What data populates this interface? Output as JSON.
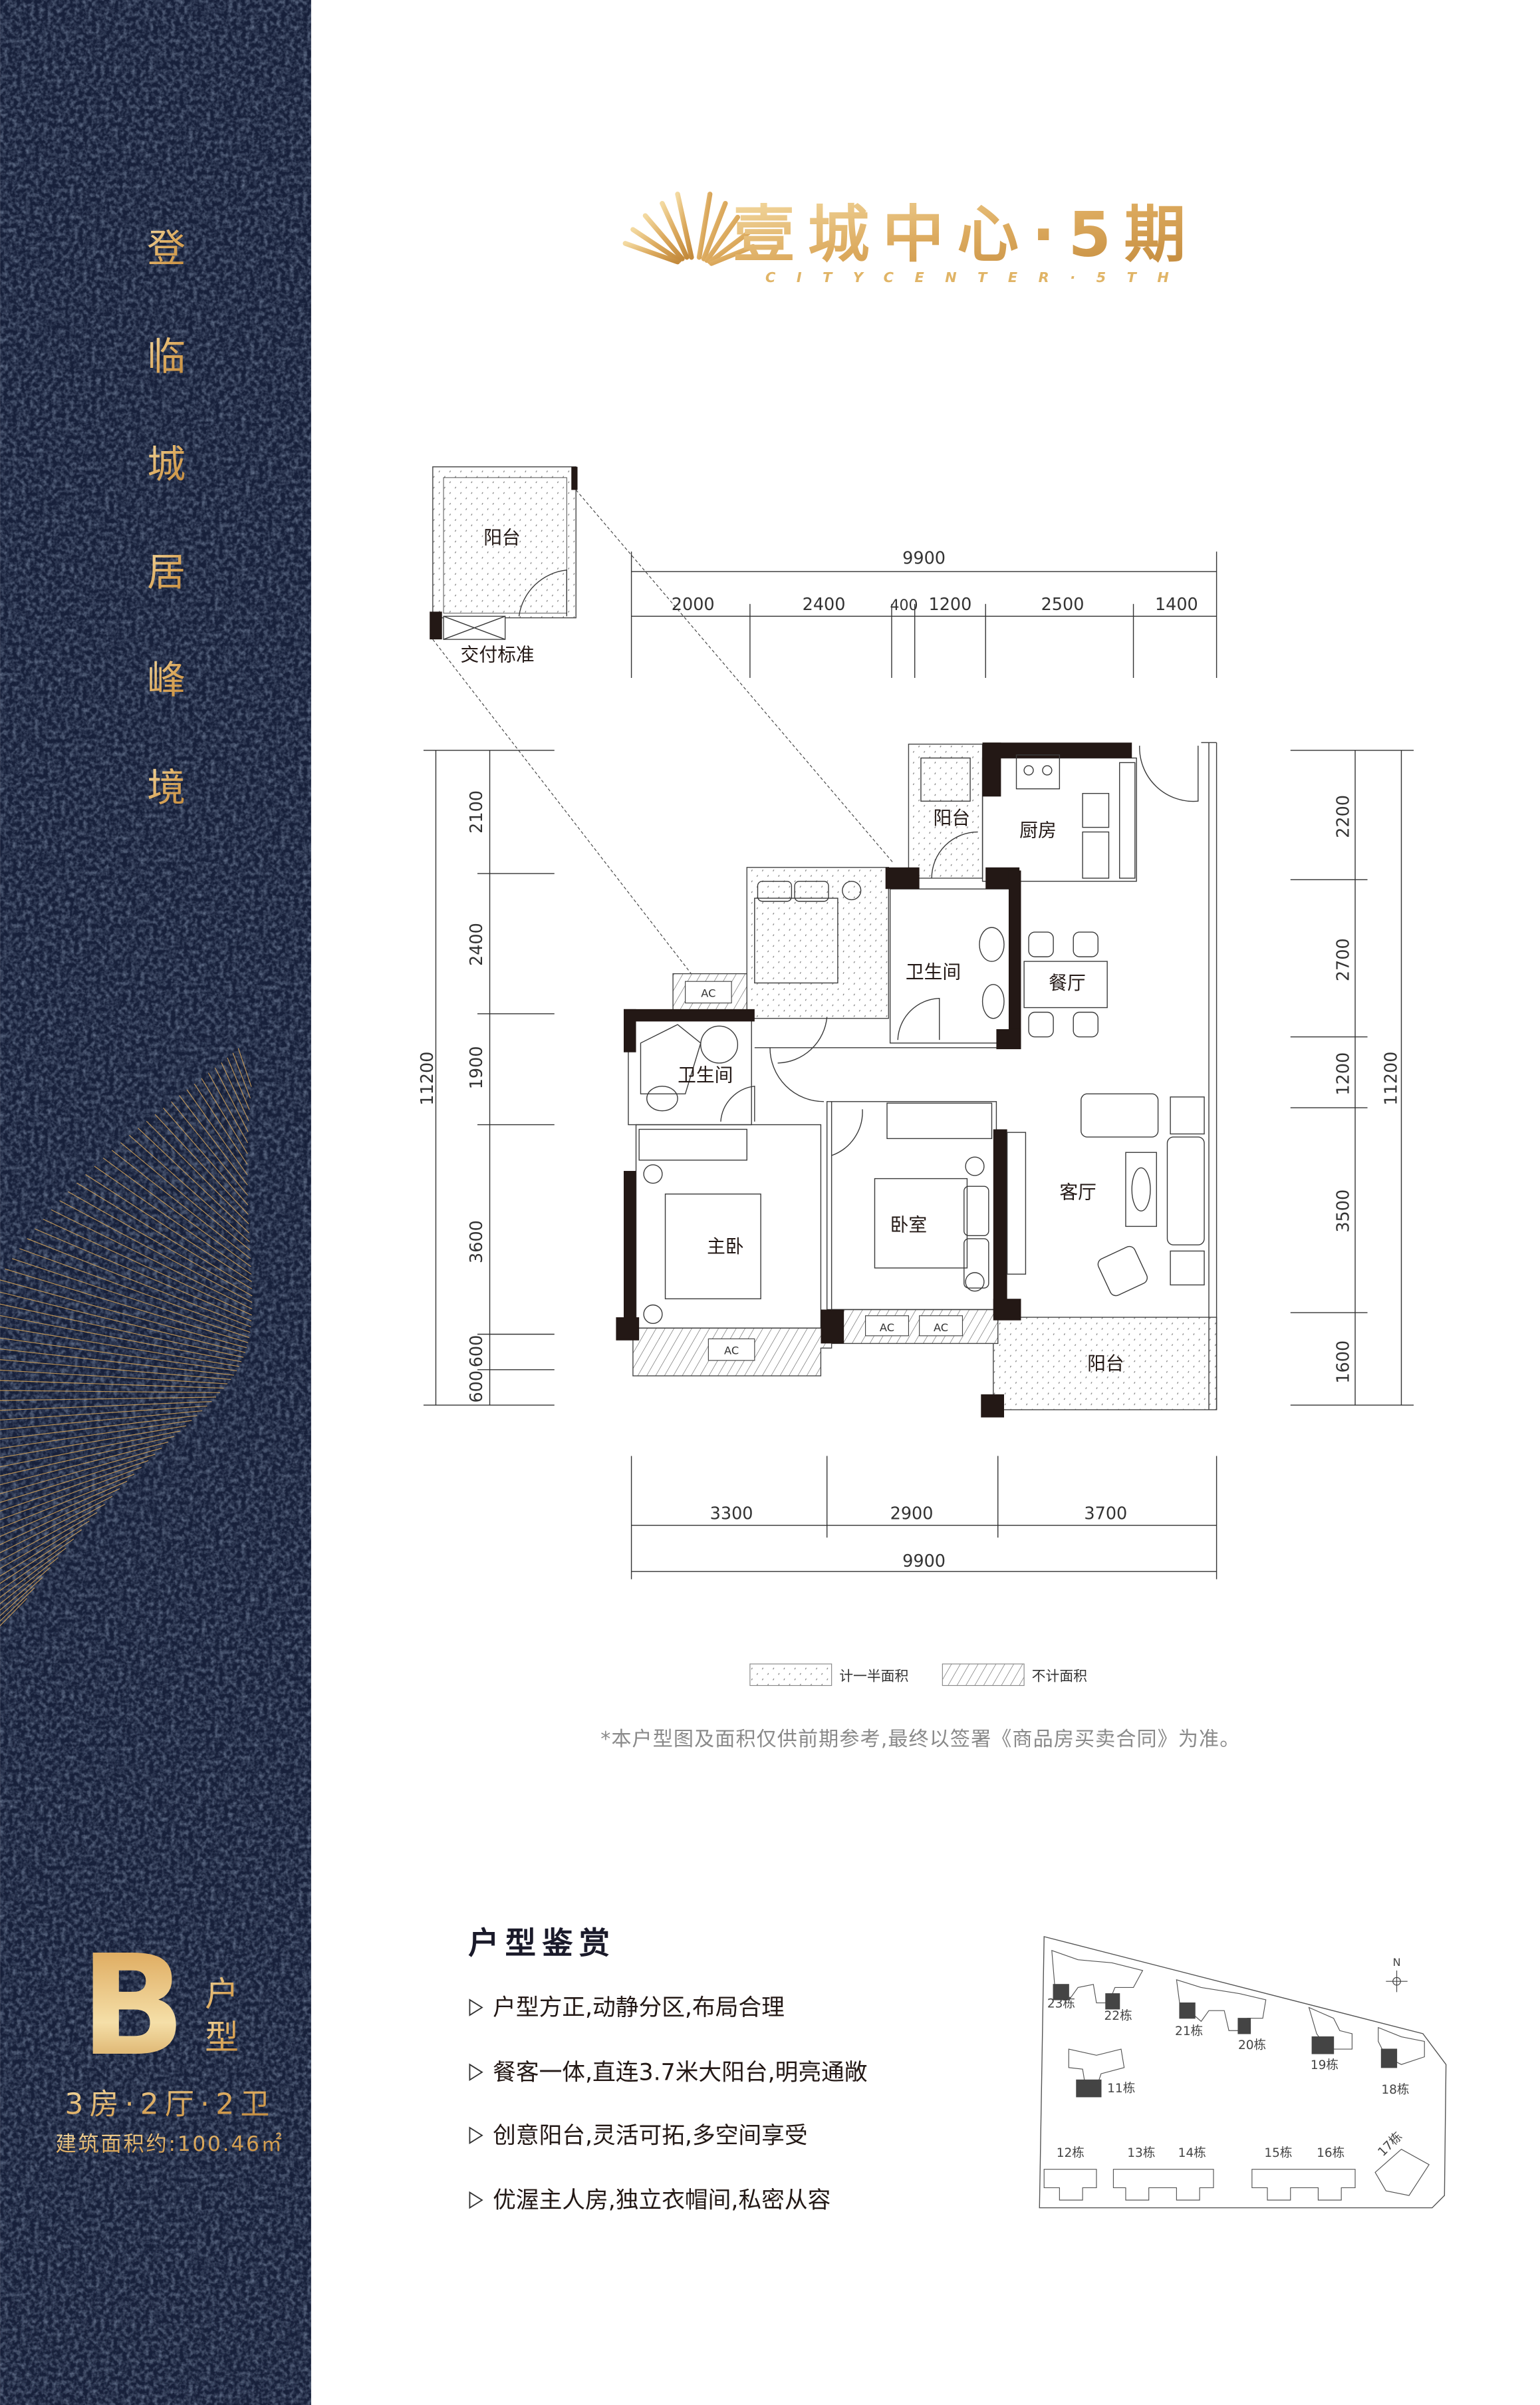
{
  "colors": {
    "panel_navy": "#17203a",
    "gold_light": "#f3d9a0",
    "gold_dark": "#c38a3c",
    "text_dark": "#231815",
    "note_gray": "#8a8a8a"
  },
  "logo": {
    "title": "壹城中心·5期",
    "subtitle": "CITYCENTER·5TH"
  },
  "slogan": [
    "登",
    "临",
    "城",
    "居",
    "峰",
    "境"
  ],
  "unit": {
    "letter": "B",
    "type_label": [
      "户",
      "型"
    ],
    "layout": "3房·2厅·2卫",
    "area": "建筑面积约:100.46㎡"
  },
  "floorplan": {
    "inset": {
      "room": "阳台",
      "caption": "交付标准"
    },
    "rooms": {
      "small_balcony": "阳台",
      "kitchen": "厨房",
      "bathroom_1": "卫生间",
      "dining": "餐厅",
      "bathroom_2": "卫生间",
      "living": "客厅",
      "bedroom": "卧室",
      "master_bedroom": "主卧",
      "main_balcony": "阳台"
    },
    "ac_label": "AC",
    "dimensions": {
      "top_total": "9900",
      "top": [
        "2000",
        "2400",
        "400",
        "1200",
        "2500",
        "1400"
      ],
      "left_total": "11200",
      "left": [
        "2100",
        "2400",
        "1900",
        "3600",
        "600",
        "600"
      ],
      "right_total": "11200",
      "right": [
        "2200",
        "2700",
        "1200",
        "3500",
        "1600"
      ],
      "bottom": [
        "3300",
        "2900",
        "3700"
      ],
      "bottom_total": "9900"
    }
  },
  "legend": [
    {
      "label": "计一半面积",
      "pattern": "dotted"
    },
    {
      "label": "不计面积",
      "pattern": "hatched"
    }
  ],
  "disclaimer": "*本户型图及面积仅供前期参考,最终以签署《商品房买卖合同》为准。",
  "features": {
    "title": "户型鉴赏",
    "bullet_icon": "triangle-right-icon",
    "items": [
      "户型方正,动静分区,布局合理",
      "餐客一体,直连3.7米大阳台,明亮通敞",
      "创意阳台,灵活可拓,多空间享受",
      "优渥主人房,独立衣帽间,私密从容"
    ]
  },
  "site_map": {
    "north": "N",
    "buildings": [
      "23栋",
      "22栋",
      "21栋",
      "20栋",
      "19栋",
      "18栋",
      "11栋",
      "12栋",
      "13栋",
      "14栋",
      "15栋",
      "16栋",
      "17栋"
    ]
  }
}
